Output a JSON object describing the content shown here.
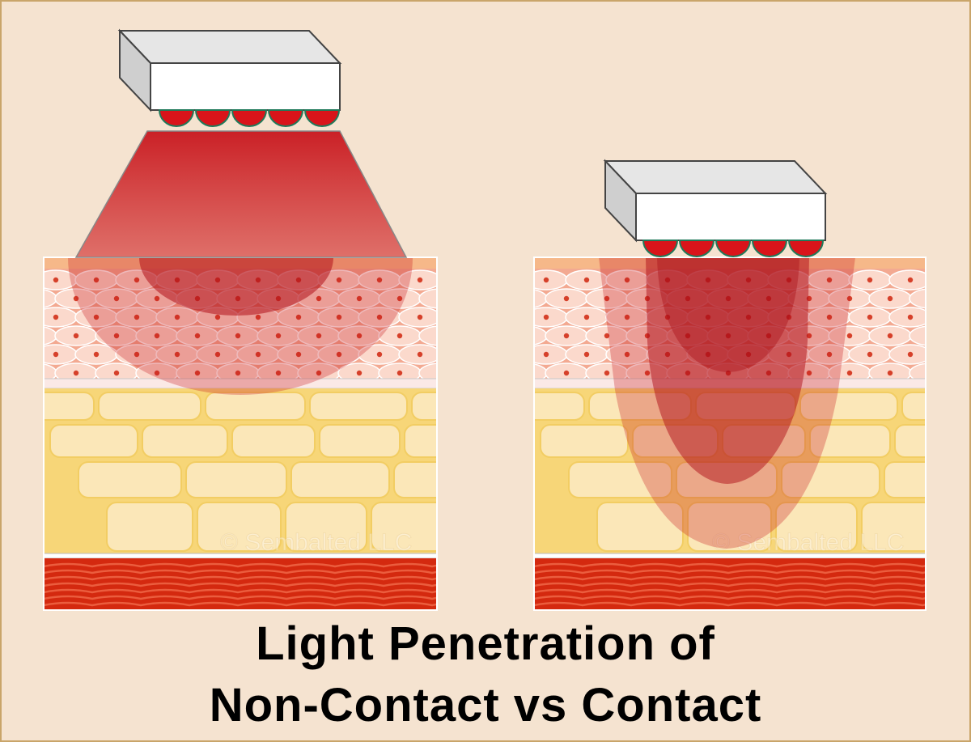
{
  "title": {
    "line1": "Light Penetration of",
    "line2": "Non-Contact vs Contact"
  },
  "watermark": "© Sembalted LLC",
  "panels": [
    {
      "id": "non-contact",
      "device_position": "above skin",
      "led_count": 5
    },
    {
      "id": "contact",
      "device_position": "on skin",
      "led_count": 5
    }
  ],
  "colors": {
    "background": "#f5e3d0",
    "border": "#c9a56a",
    "light": "#c8161d",
    "led": "#d9141a",
    "led_rim": "#1f7a5a",
    "epidermis": "#f4b9a0",
    "dermis_fat": "#fbe7b8",
    "fat_lines": "#f2cd63",
    "muscle": "#d4290f",
    "muscle_fibers": "#f06a4a"
  }
}
